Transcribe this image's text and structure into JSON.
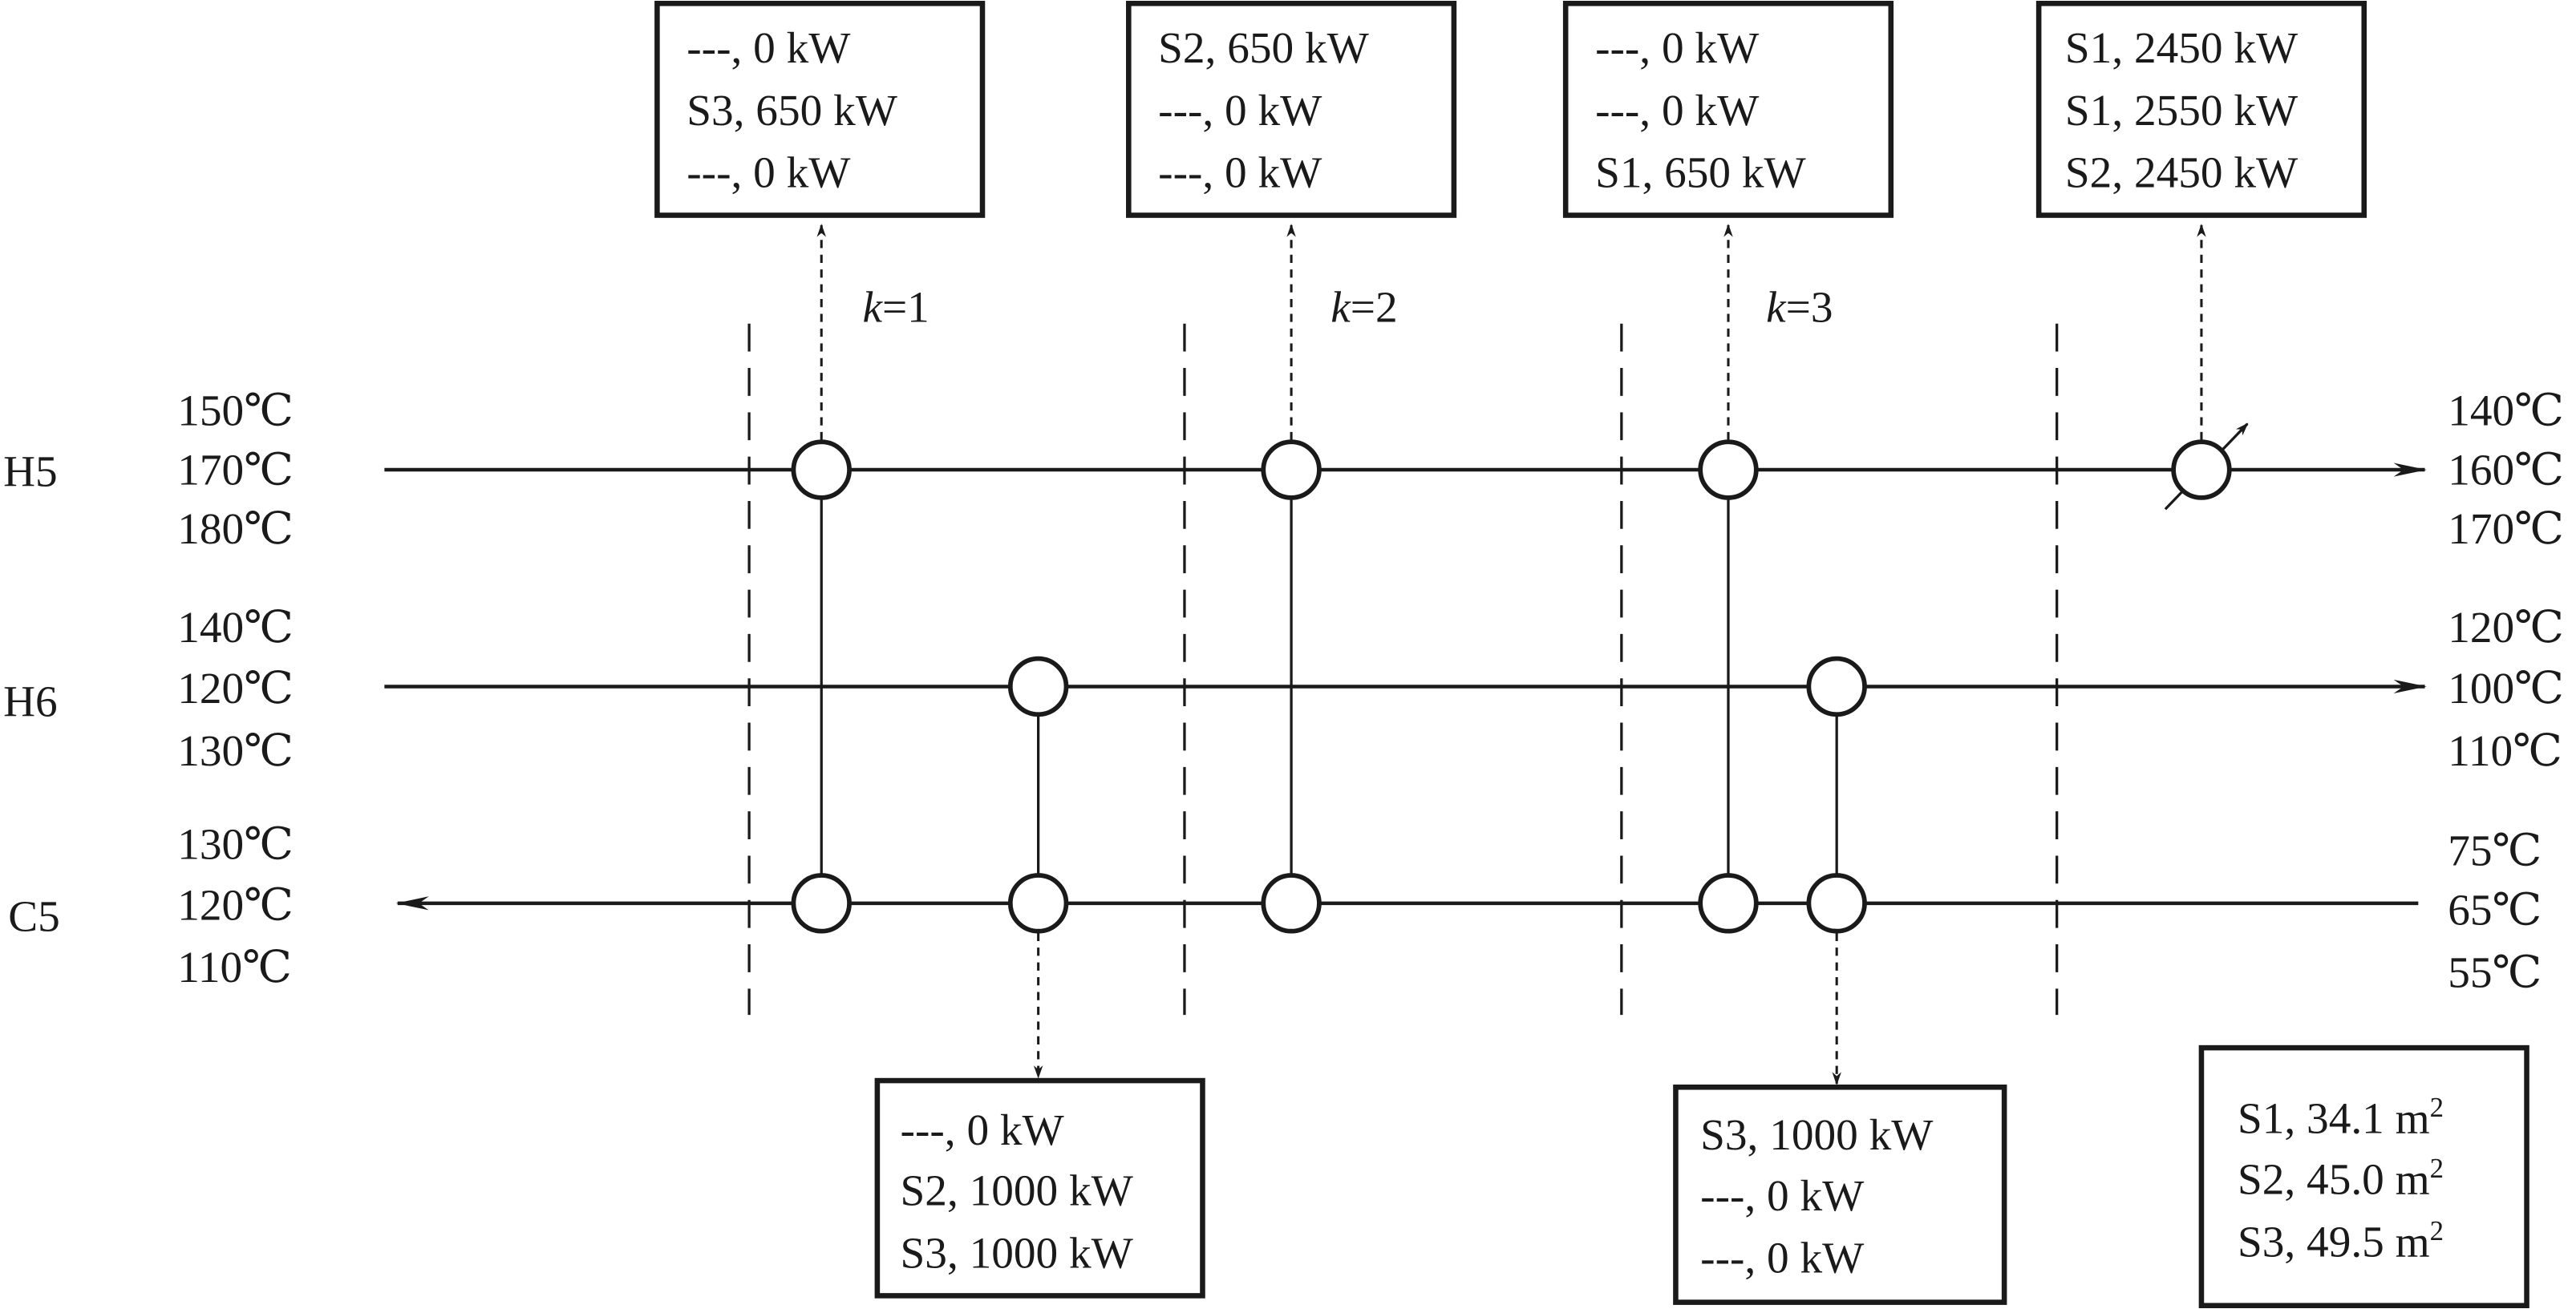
{
  "diagram": {
    "type": "heat-exchanger-network-grid",
    "streams": [
      {
        "id": "H5",
        "label": "H5",
        "kind": "hot",
        "direction": "left-to-right",
        "inlet_temps": [
          "150℃",
          "170℃",
          "180℃"
        ],
        "outlet_temps": [
          "140℃",
          "160℃",
          "170℃"
        ]
      },
      {
        "id": "H6",
        "label": "H6",
        "kind": "hot",
        "direction": "left-to-right",
        "inlet_temps": [
          "140℃",
          "120℃",
          "130℃"
        ],
        "outlet_temps": [
          "120℃",
          "100℃",
          "110℃"
        ]
      },
      {
        "id": "C5",
        "label": "C5",
        "kind": "cold",
        "direction": "right-to-left",
        "outlet_temps": [
          "130℃",
          "120℃",
          "110℃"
        ],
        "inlet_temps": [
          "75℃",
          "65℃",
          "55℃"
        ]
      }
    ],
    "stages": [
      {
        "label_var": "k",
        "label_eq": "=1"
      },
      {
        "label_var": "k",
        "label_eq": "=2"
      },
      {
        "label_var": "k",
        "label_eq": "=3"
      }
    ],
    "exchangers": [
      {
        "id": "hx-k1-h5-c5",
        "stage": 1,
        "hot": "H5",
        "cold": "C5",
        "duty_box": [
          "---, 0 kW",
          "S3, 650 kW",
          "---, 0 kW"
        ],
        "box_position": "top"
      },
      {
        "id": "hx-k1-h6-c5",
        "stage": 1,
        "hot": "H6",
        "cold": "C5",
        "duty_box": [
          "---, 0 kW",
          "S2, 1000 kW",
          "S3, 1000 kW"
        ],
        "box_position": "bottom"
      },
      {
        "id": "hx-k2-h5-c5",
        "stage": 2,
        "hot": "H5",
        "cold": "C5",
        "duty_box": [
          "S2, 650 kW",
          "---, 0 kW",
          "---, 0 kW"
        ],
        "box_position": "top"
      },
      {
        "id": "hx-k3-h5-c5",
        "stage": 3,
        "hot": "H5",
        "cold": "C5",
        "duty_box": [
          "---, 0 kW",
          "---, 0 kW",
          "S1, 650 kW"
        ],
        "box_position": "top"
      },
      {
        "id": "hx-k3-h6-c5",
        "stage": 3,
        "hot": "H6",
        "cold": "C5",
        "duty_box": [
          "S3, 1000 kW",
          "---, 0 kW",
          "---, 0 kW"
        ],
        "box_position": "bottom"
      }
    ],
    "utility": {
      "id": "cooler-h5",
      "stream": "H5",
      "duty_box": [
        "S1, 2450 kW",
        "S1, 2550 kW",
        "S2, 2450 kW"
      ]
    },
    "area_summary": [
      {
        "scenario": "S1, 34.1 m",
        "sup": "2"
      },
      {
        "scenario": "S2, 45.0 m",
        "sup": "2"
      },
      {
        "scenario": "S3, 49.5 m",
        "sup": "2"
      }
    ]
  }
}
